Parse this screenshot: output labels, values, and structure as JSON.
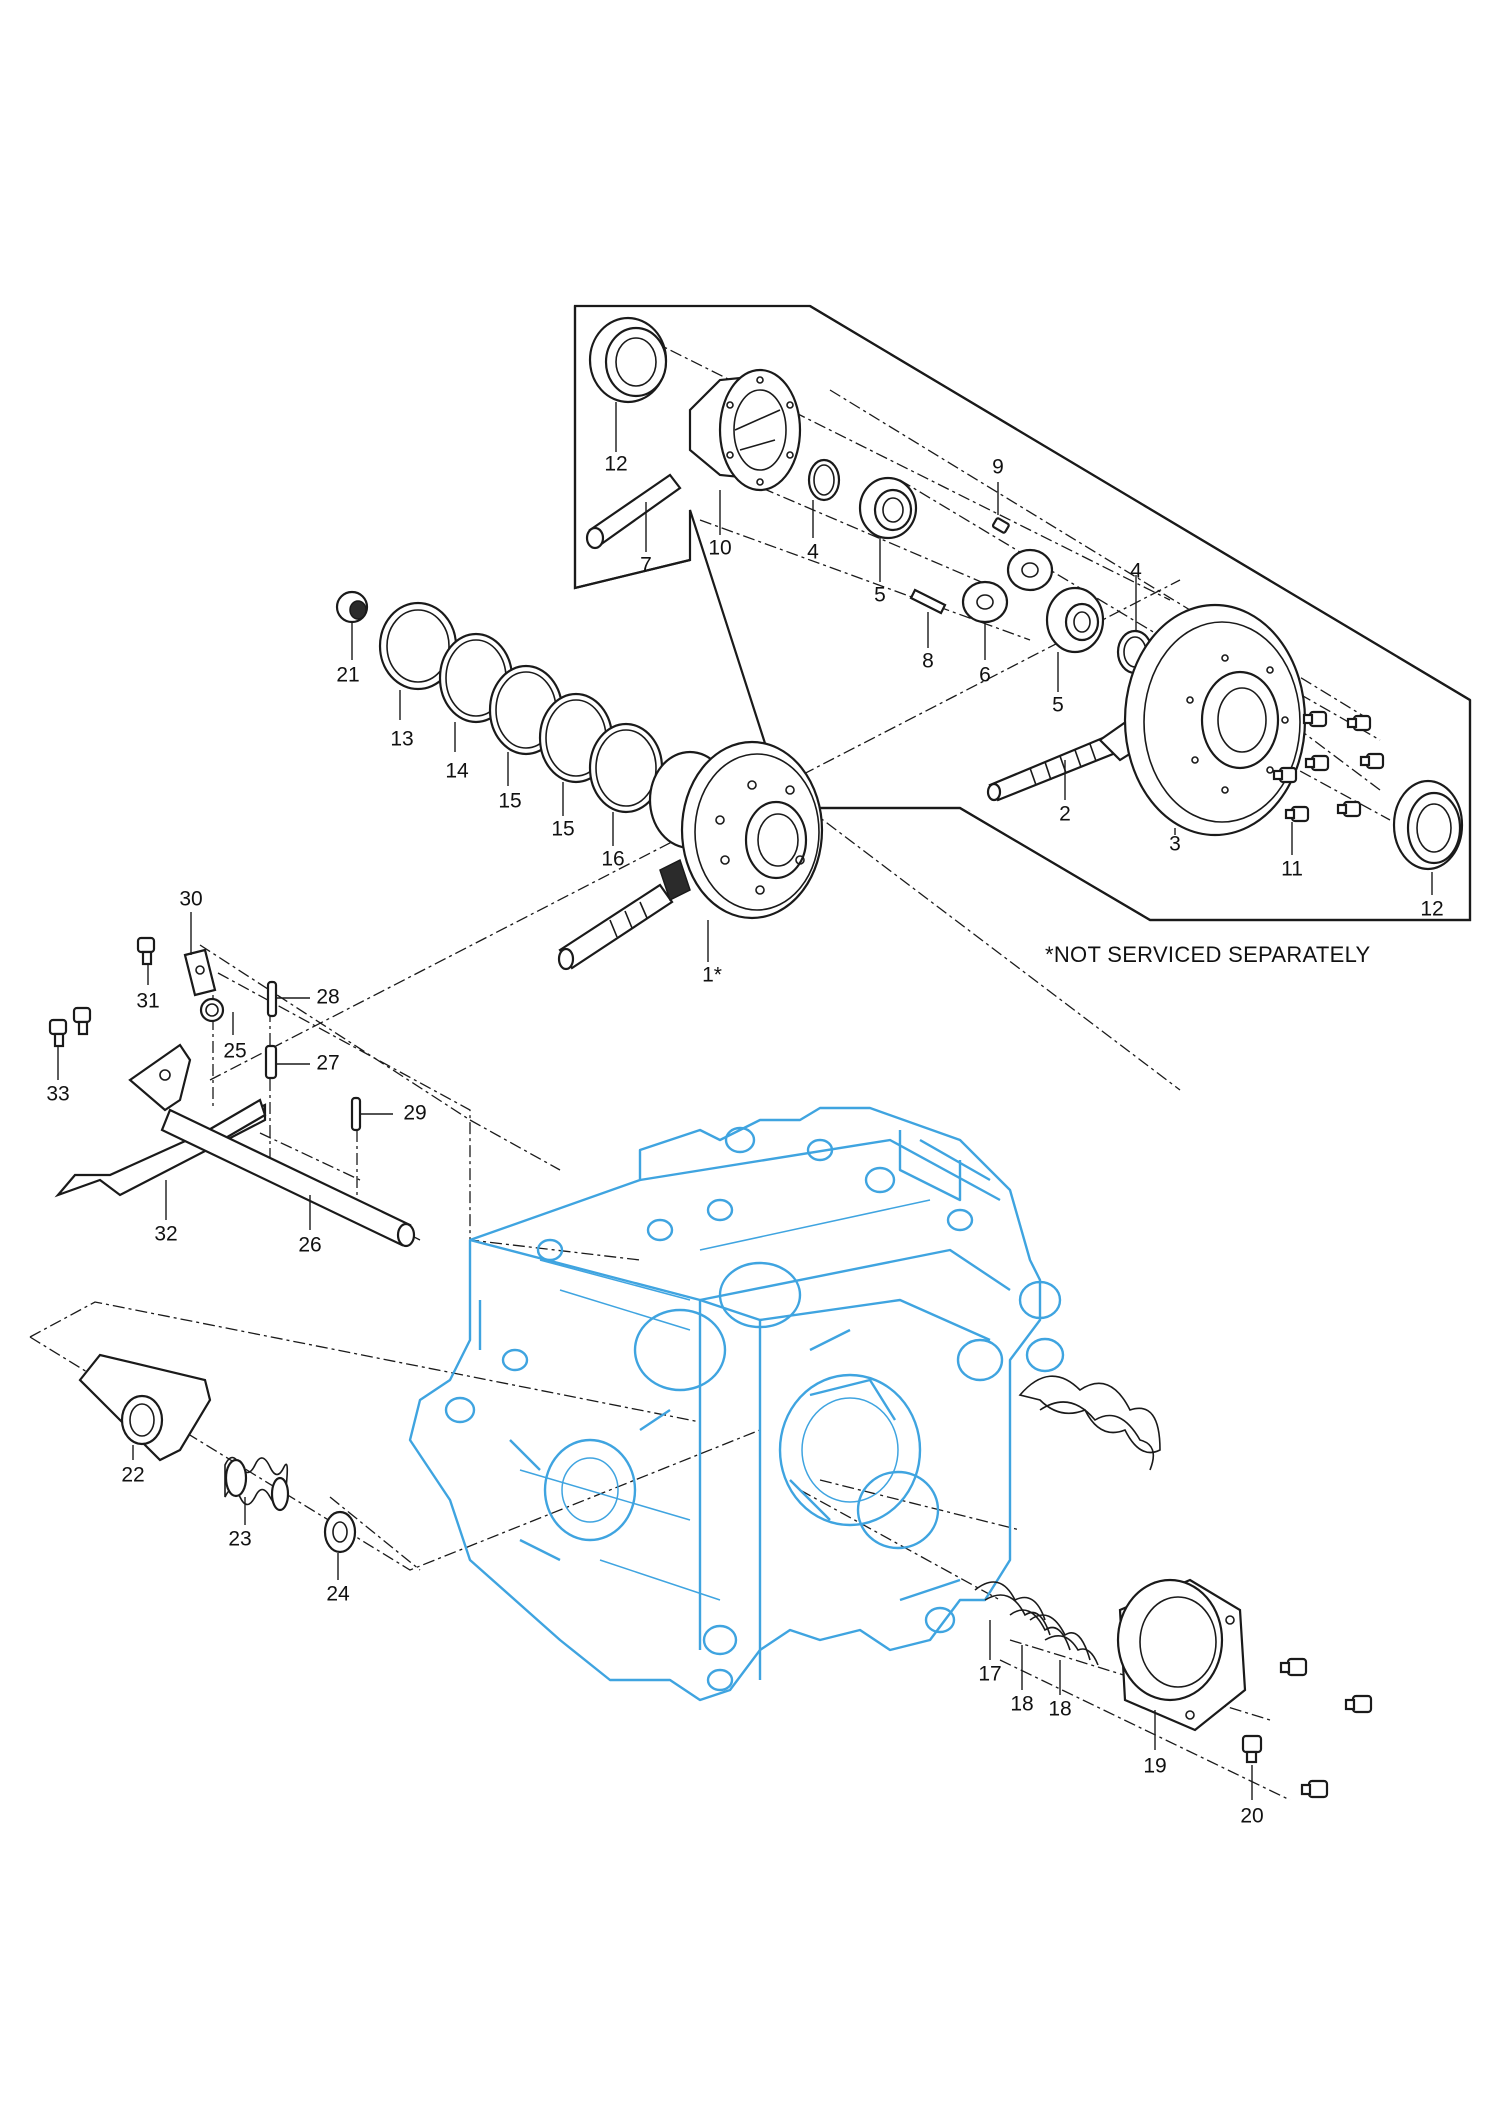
{
  "note": "*NOT SERVICED SEPARATELY",
  "callouts": {
    "c1": "1*",
    "c2": "2",
    "c3": "3",
    "c4a": "4",
    "c4b": "4",
    "c5a": "5",
    "c5b": "5",
    "c6": "6",
    "c7": "7",
    "c8": "8",
    "c9": "9",
    "c10": "10",
    "c11": "11",
    "c12a": "12",
    "c12b": "12",
    "c13": "13",
    "c14": "14",
    "c15a": "15",
    "c15b": "15",
    "c16": "16",
    "c17": "17",
    "c18a": "18",
    "c18b": "18",
    "c19": "19",
    "c20": "20",
    "c21": "21",
    "c22": "22",
    "c23": "23",
    "c24": "24",
    "c25": "25",
    "c26": "26",
    "c27": "27",
    "c28": "28",
    "c29": "29",
    "c30": "30",
    "c31": "31",
    "c32": "32",
    "c33": "33"
  },
  "colors": {
    "line": "#1a1a1a",
    "housing": "#3fa4e0",
    "background": "#ffffff"
  }
}
